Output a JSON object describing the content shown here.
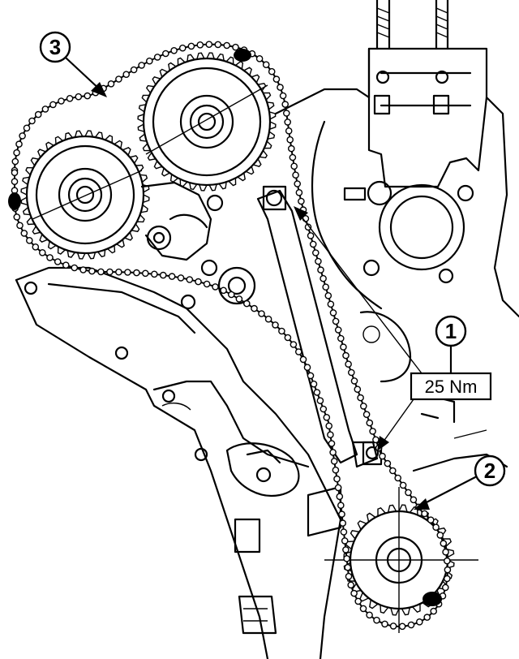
{
  "callouts": {
    "one": "1",
    "two": "2",
    "three": "3"
  },
  "torque_label": "25 Nm",
  "colors": {
    "ink": "#000000",
    "paper": "#ffffff"
  }
}
